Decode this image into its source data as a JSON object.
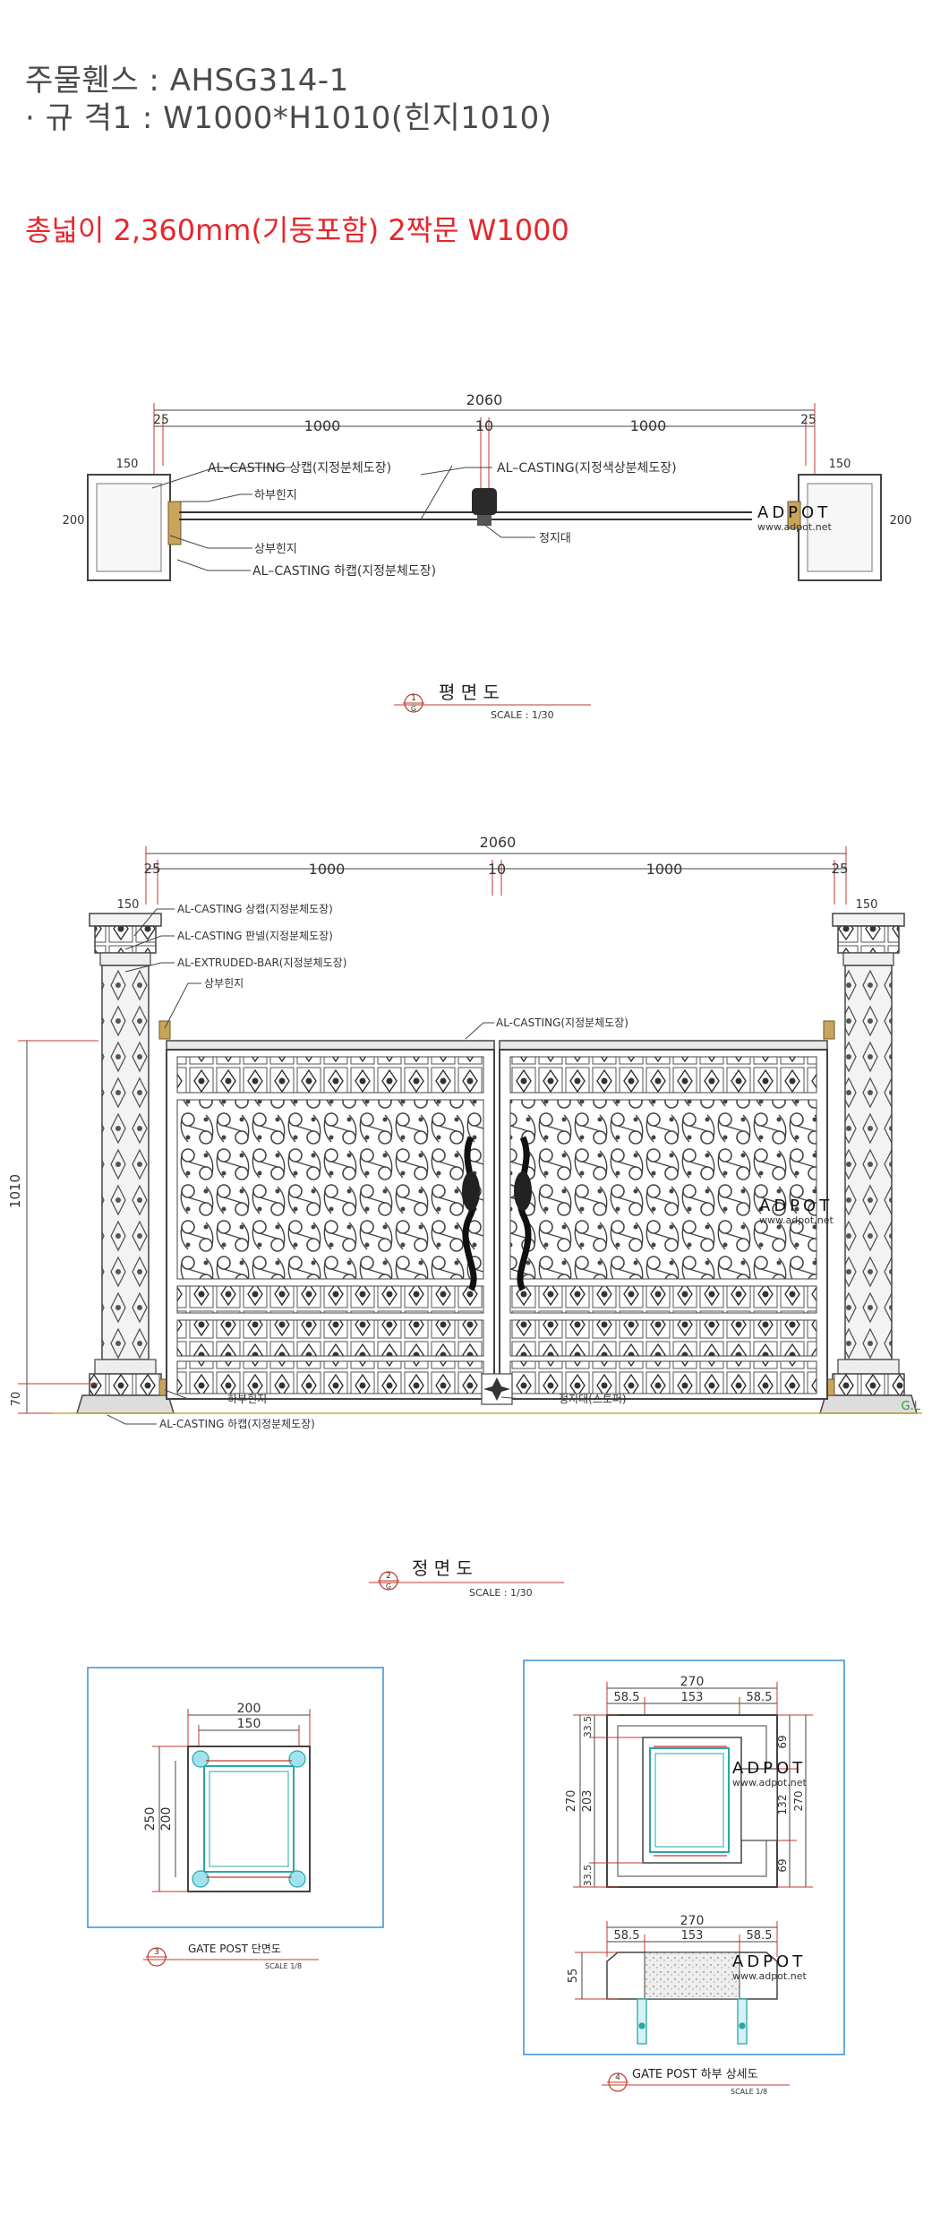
{
  "header": {
    "model": "주물휀스 : AHSG314-1",
    "spec": "· 규 격1 : W1000*H1010(힌지1010)",
    "note": "총넓이 2,360mm(기둥포함) 2짝문 W1000"
  },
  "watermark": {
    "brand": "ADPOT",
    "url": "www.adpot.net"
  },
  "plan": {
    "total": "2060",
    "segs": [
      "25",
      "1000",
      "10",
      "1000",
      "25"
    ],
    "post_w": "150",
    "post_h": "200",
    "labels": {
      "top_cap": "AL–CASTING 상캡(지정분체도장)",
      "bar": "AL–CASTING(지정색상분체도장)",
      "lower_hinge": "하부힌지",
      "upper_hinge": "상부힌지",
      "bottom_cap": "AL–CASTING 하캡(지정분체도장)",
      "stopper": "정지대"
    },
    "title": {
      "num": "1",
      "sub": "G",
      "name": "평   면   도",
      "scale": "SCALE : 1/30"
    }
  },
  "front": {
    "total": "2060",
    "segs": [
      "25",
      "1000",
      "10",
      "1000",
      "25"
    ],
    "post_w": "150",
    "height": "1010",
    "base": "70",
    "gl": "G.L",
    "labels": {
      "top_cap": "AL-CASTING 상캡(지정분체도장)",
      "panel": "AL-CASTING 판넬(지정분체도장)",
      "bar": "AL-EXTRUDED-BAR(지정분체도장)",
      "upper_hinge": "상부힌지",
      "frame": "AL-CASTING(지정분체도장)",
      "lower_hinge": "하부힌지",
      "stopper": "정지대(스토퍼)",
      "bottom_cap": "AL-CASTING 하캡(지정분체도장)"
    },
    "title": {
      "num": "2",
      "sub": "G",
      "name": "정   면   도",
      "scale": "SCALE : 1/30"
    }
  },
  "detail3": {
    "w_outer": "200",
    "w_inner": "150",
    "h_outer": "250",
    "h_inner": "200",
    "title": {
      "num": "3",
      "sub": "",
      "name": "GATE POST 단면도",
      "scale": "SCALE 1/8"
    }
  },
  "detail4": {
    "top_total": "270",
    "top_segs": [
      "58.5",
      "153",
      "58.5"
    ],
    "left": [
      "33.5",
      "203",
      "33.5"
    ],
    "left_total": "270",
    "right": [
      "69",
      "132",
      "69"
    ],
    "right_total": "270",
    "base_total": "270",
    "base_segs": [
      "58.5",
      "153",
      "58.5"
    ],
    "base_h": "55",
    "title": {
      "num": "4",
      "sub": "",
      "name": "GATE POST 하부 상세도",
      "scale": "SCALE 1/8"
    }
  }
}
